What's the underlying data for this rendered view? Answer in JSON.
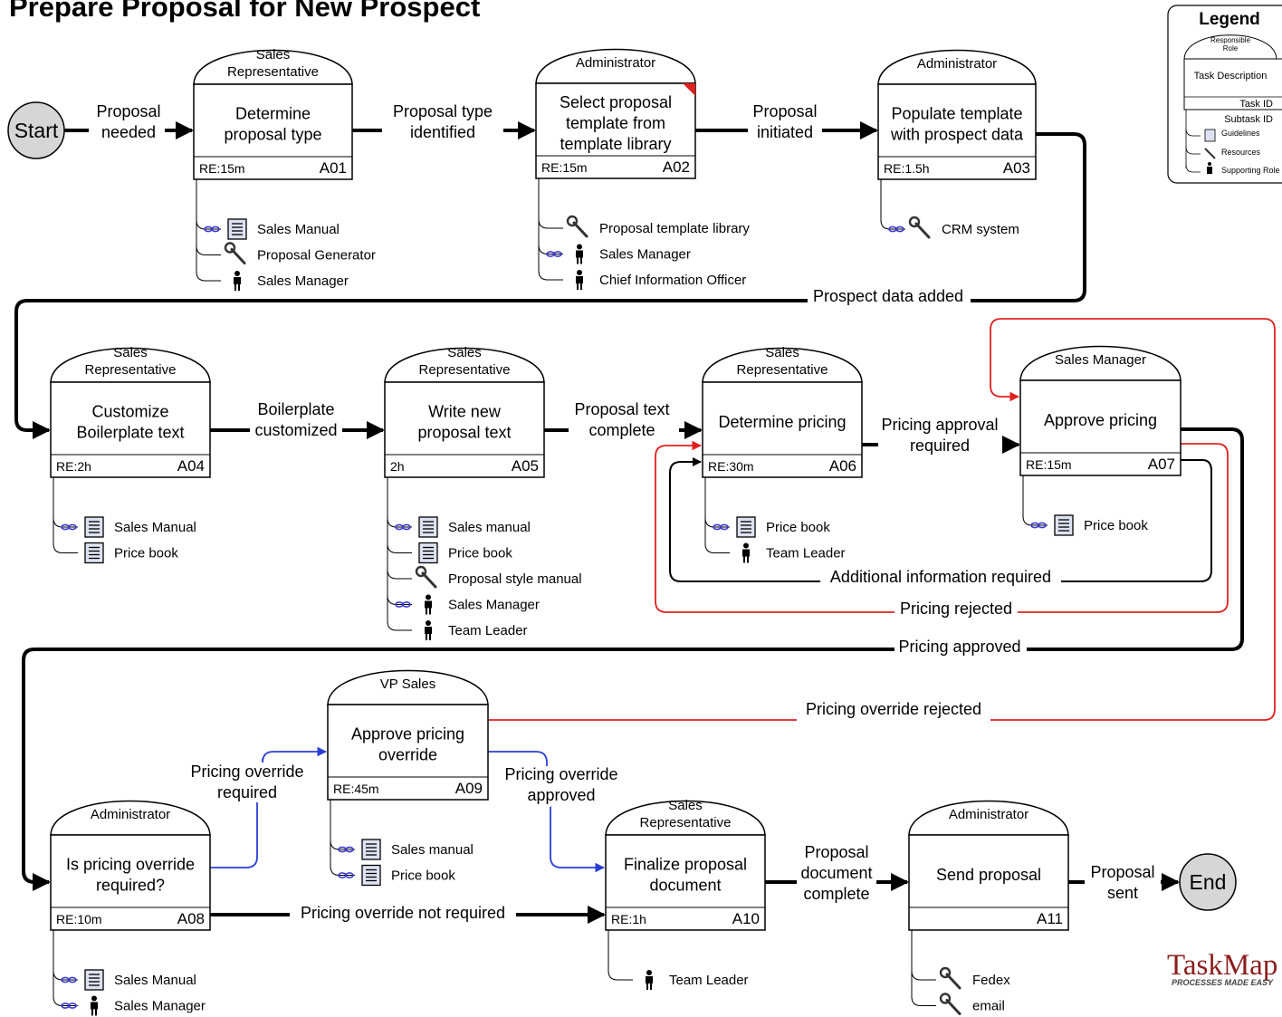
{
  "title": "Prepare Proposal for New Prospect",
  "start_label": "Start",
  "end_label": "End",
  "tasks": [
    {
      "id": "A01",
      "role": [
        "Sales",
        "Representative"
      ],
      "desc": [
        "Determine",
        "proposal type"
      ],
      "re": "RE:15m",
      "corner": false,
      "items": [
        {
          "icon": "guidelines-icon",
          "link": true,
          "text": "Sales Manual"
        },
        {
          "icon": "resources-icon",
          "link": false,
          "text": "Proposal Generator"
        },
        {
          "icon": "supporting-role-icon",
          "link": false,
          "text": "Sales Manager"
        }
      ]
    },
    {
      "id": "A02",
      "role": [
        "Administrator"
      ],
      "desc": [
        "Select proposal",
        "template from",
        "template library"
      ],
      "re": "RE:15m",
      "corner": true,
      "items": [
        {
          "icon": "resources-icon",
          "link": false,
          "text": "Proposal template library"
        },
        {
          "icon": "supporting-role-icon",
          "link": true,
          "text": "Sales Manager"
        },
        {
          "icon": "supporting-role-icon",
          "link": false,
          "text": "Chief Information Officer"
        }
      ]
    },
    {
      "id": "A03",
      "role": [
        "Administrator"
      ],
      "desc": [
        "Populate template",
        "with prospect data"
      ],
      "re": "RE:1.5h",
      "corner": false,
      "items": [
        {
          "icon": "resources-icon",
          "link": true,
          "text": "CRM system"
        }
      ]
    },
    {
      "id": "A04",
      "role": [
        "Sales",
        "Representative"
      ],
      "desc": [
        "Customize",
        "Boilerplate text"
      ],
      "re": "RE:2h",
      "corner": false,
      "items": [
        {
          "icon": "guidelines-icon",
          "link": true,
          "text": "Sales Manual"
        },
        {
          "icon": "guidelines-icon",
          "link": false,
          "text": "Price book"
        }
      ]
    },
    {
      "id": "A05",
      "role": [
        "Sales",
        "Representative"
      ],
      "desc": [
        "Write new",
        "proposal text"
      ],
      "re": "2h",
      "corner": false,
      "items": [
        {
          "icon": "guidelines-icon",
          "link": true,
          "text": "Sales manual"
        },
        {
          "icon": "guidelines-icon",
          "link": false,
          "text": "Price book"
        },
        {
          "icon": "resources-icon",
          "link": false,
          "text": "Proposal style manual"
        },
        {
          "icon": "supporting-role-icon",
          "link": true,
          "text": "Sales Manager"
        },
        {
          "icon": "supporting-role-icon",
          "link": false,
          "text": "Team Leader"
        }
      ]
    },
    {
      "id": "A06",
      "role": [
        "Sales",
        "Representative"
      ],
      "desc": [
        "Determine pricing"
      ],
      "re": "RE:30m",
      "corner": false,
      "items": [
        {
          "icon": "guidelines-icon",
          "link": true,
          "text": "Price book"
        },
        {
          "icon": "supporting-role-icon",
          "link": false,
          "text": "Team Leader"
        }
      ]
    },
    {
      "id": "A07",
      "role": [
        "Sales Manager"
      ],
      "desc": [
        "Approve pricing"
      ],
      "re": "RE:15m",
      "corner": false,
      "items": [
        {
          "icon": "guidelines-icon",
          "link": true,
          "text": "Price book"
        }
      ]
    },
    {
      "id": "A08",
      "role": [
        "Administrator"
      ],
      "desc": [
        "Is pricing override",
        "required?"
      ],
      "re": "RE:10m",
      "corner": false,
      "items": [
        {
          "icon": "guidelines-icon",
          "link": true,
          "text": "Sales Manual"
        },
        {
          "icon": "supporting-role-icon",
          "link": true,
          "text": "Sales Manager"
        }
      ]
    },
    {
      "id": "A09",
      "role": [
        "VP Sales"
      ],
      "desc": [
        "Approve pricing",
        "override"
      ],
      "re": "RE:45m",
      "corner": false,
      "items": [
        {
          "icon": "guidelines-icon",
          "link": true,
          "text": "Sales manual"
        },
        {
          "icon": "guidelines-icon",
          "link": true,
          "text": "Price book"
        }
      ]
    },
    {
      "id": "A10",
      "role": [
        "Sales",
        "Representative"
      ],
      "desc": [
        "Finalize proposal",
        "document"
      ],
      "re": "RE:1h",
      "corner": false,
      "items": [
        {
          "icon": "supporting-role-icon",
          "link": false,
          "text": "Team Leader"
        }
      ]
    },
    {
      "id": "A11",
      "role": [
        "Administrator"
      ],
      "desc": [
        "Send proposal"
      ],
      "re": "",
      "corner": false,
      "items": [
        {
          "icon": "resources-icon",
          "link": false,
          "text": "Fedex"
        },
        {
          "icon": "resources-icon",
          "link": false,
          "text": "email"
        }
      ]
    }
  ],
  "flow_labels": {
    "proposal_needed": [
      "Proposal",
      "needed"
    ],
    "proposal_type_identified": [
      "Proposal type",
      "identified"
    ],
    "proposal_initiated": [
      "Proposal",
      "initiated"
    ],
    "prospect_data_added": [
      "Prospect data added"
    ],
    "boilerplate_customized": [
      "Boilerplate",
      "customized"
    ],
    "proposal_text_complete": [
      "Proposal text",
      "complete"
    ],
    "pricing_approval_required": [
      "Pricing approval",
      "required"
    ],
    "additional_information_required": [
      "Additional information required"
    ],
    "pricing_rejected": [
      "Pricing rejected"
    ],
    "pricing_approved": [
      "Pricing approved"
    ],
    "pricing_override_rejected": [
      "Pricing override rejected"
    ],
    "pricing_override_required": [
      "Pricing override",
      "required"
    ],
    "pricing_override_approved": [
      "Pricing override",
      "approved"
    ],
    "pricing_override_not_required": [
      "Pricing override not required"
    ],
    "proposal_document_complete": [
      "Proposal",
      "document",
      "complete"
    ],
    "proposal_sent": [
      "Proposal",
      "sent"
    ]
  },
  "legend": {
    "title": "Legend",
    "responsible_role": [
      "Responsible",
      "Role"
    ],
    "task_description": "Task Description",
    "task_id": "Task ID",
    "subtask_id": "Subtask ID",
    "guidelines": "Guidelines",
    "resources": "Resources",
    "supporting_role": "Supporting Role"
  },
  "logo": {
    "name": "TaskMap",
    "tagline": "PROCESSES MADE EASY"
  },
  "colors": {
    "flow": "#000000",
    "reject": "#e02020",
    "override": "#2a3fd6",
    "link_icon": "#3a3ad0",
    "guidelines_fill": "#dde2f2",
    "start_end_fill": "#d6d6d6"
  }
}
